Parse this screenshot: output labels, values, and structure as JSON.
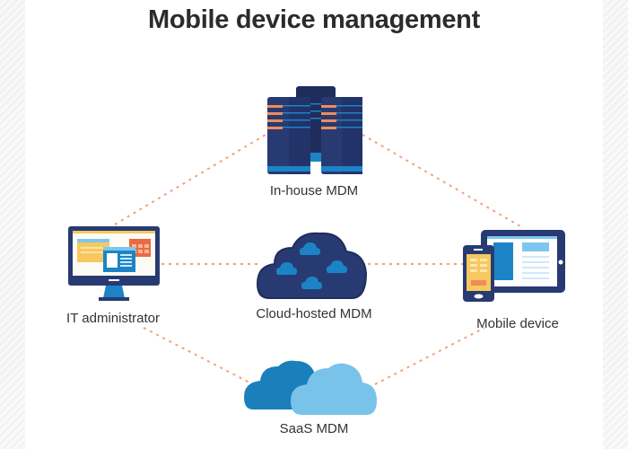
{
  "title": "Mobile device management",
  "nodes": {
    "in_house": {
      "label": "In-house MDM",
      "icon": "server-icon"
    },
    "it_admin": {
      "label": "IT administrator",
      "icon": "desktop-monitor-icon"
    },
    "cloud_hosted": {
      "label": "Cloud-hosted MDM",
      "icon": "cloud-icon"
    },
    "mobile": {
      "label": "Mobile device",
      "icon": "phone-tablet-icon"
    },
    "saas": {
      "label": "SaaS MDM",
      "icon": "double-cloud-icon"
    }
  },
  "connections": [
    [
      "it_admin",
      "in_house"
    ],
    [
      "in_house",
      "mobile"
    ],
    [
      "it_admin",
      "cloud_hosted"
    ],
    [
      "cloud_hosted",
      "mobile"
    ],
    [
      "it_admin",
      "saas"
    ],
    [
      "saas",
      "mobile"
    ]
  ],
  "colors": {
    "navy": "#283a72",
    "navy_dark": "#1f2d5c",
    "blue": "#1c84c6",
    "light_blue": "#7cc7ee",
    "orange": "#f08c5a",
    "yellow": "#f6c85f",
    "connector": "#f0a27a",
    "text": "#333333"
  }
}
